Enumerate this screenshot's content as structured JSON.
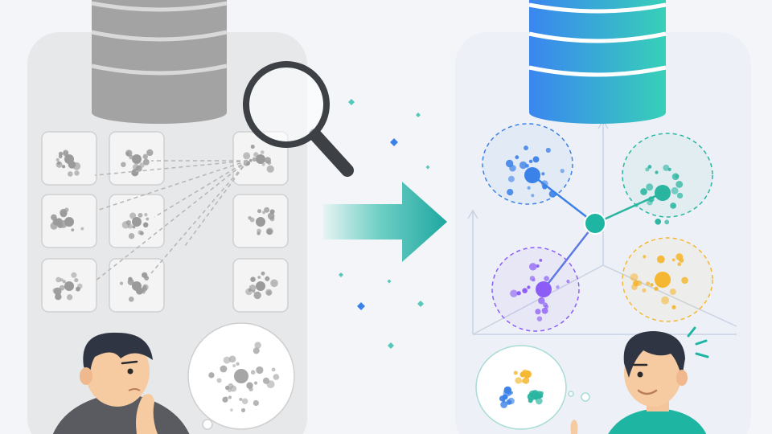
{
  "scene": {
    "left_panel": {
      "state": "unorganized",
      "database_color": "#9a9a9a",
      "tile_count": 9,
      "tool_icon": "magnifying-glass-icon",
      "person_expression": "thinking",
      "thought_bubble": "scattered-dots"
    },
    "transition": {
      "icon": "arrow-right-icon",
      "colors": [
        "#1ea7a0",
        "#e6f4f3"
      ]
    },
    "right_panel": {
      "state": "organized",
      "database_gradient": [
        "#3a86f0",
        "#37d0b8"
      ],
      "clusters": [
        {
          "color": "#3b82e8",
          "position": "top-left"
        },
        {
          "color": "#2ab5a0",
          "position": "top-right"
        },
        {
          "color": "#8b5cf6",
          "position": "bottom-left"
        },
        {
          "color": "#f5b731",
          "position": "bottom-right"
        }
      ],
      "hub_color": "#1fb5a3",
      "person_expression": "happy",
      "speech_bubble": "grouped-clusters"
    }
  }
}
